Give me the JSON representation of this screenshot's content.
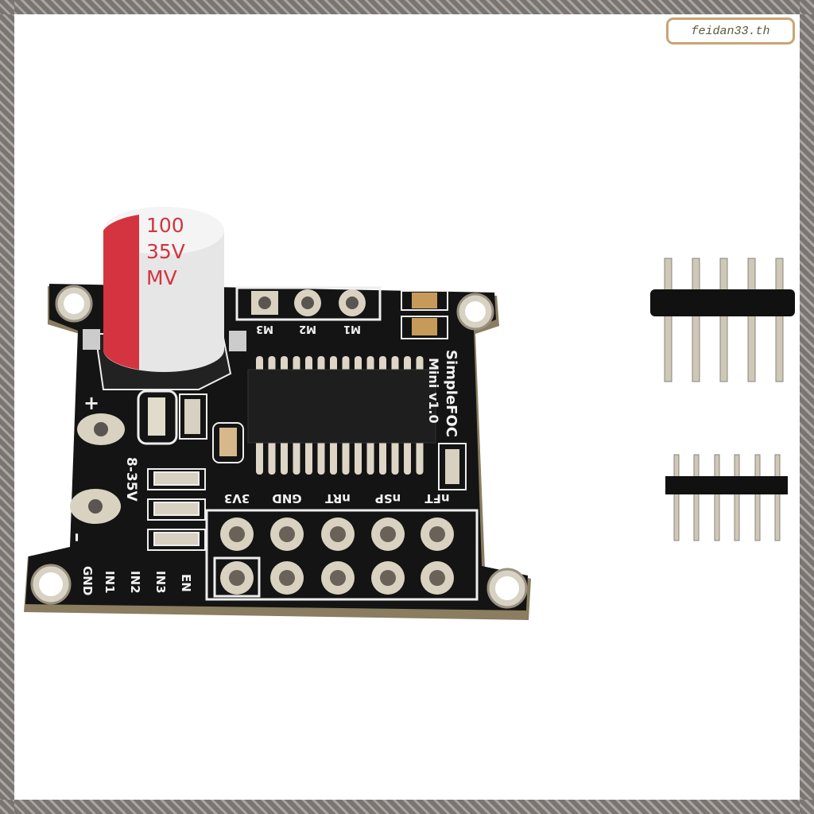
{
  "watermark": "feidan33.th",
  "capacitor": {
    "line1": "100",
    "line2": "35V",
    "line3": "MV",
    "stripe_color": "#d3343f"
  },
  "board": {
    "name": "SimpleFOC",
    "version": "Mini v1.0",
    "motor_labels": [
      "M3",
      "M2",
      "M1"
    ],
    "power_plus": "+",
    "power_minus": "–",
    "voltage": "8-35V",
    "header_labels": [
      "3V3",
      "GND",
      "nRT",
      "nSP",
      "nFT"
    ],
    "input_labels": [
      "GND",
      "IN1",
      "IN2",
      "IN3",
      "EN"
    ],
    "pcb_color": "#141414",
    "silk_color": "#f2f2f2"
  }
}
